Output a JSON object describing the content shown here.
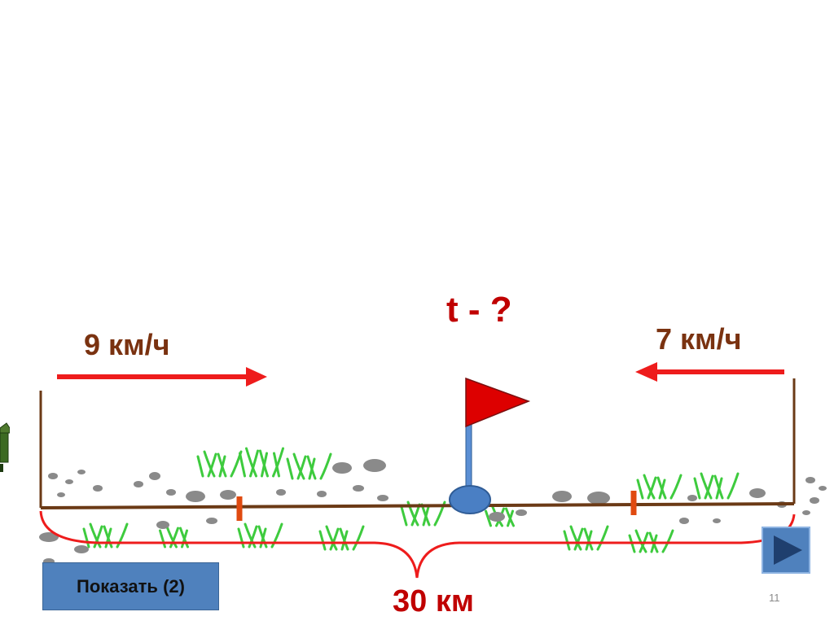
{
  "diagram": {
    "question": "t  - ?",
    "speed_left": "9 км/ч",
    "speed_right": "7 км/ч",
    "distance": "30 км",
    "arrow_color": "#ee1c1c",
    "road_color": "#6b3a16",
    "flag_color": "#dd0000",
    "marker_color": "#e04a10",
    "grass_color": "#3ecb3e",
    "stone_color": "#8a8a8a"
  },
  "controls": {
    "show_button_label": "Показать (2)",
    "next_icon": "play-triangle-icon",
    "home_icon": "house-icon"
  },
  "slide": {
    "number": "11"
  }
}
